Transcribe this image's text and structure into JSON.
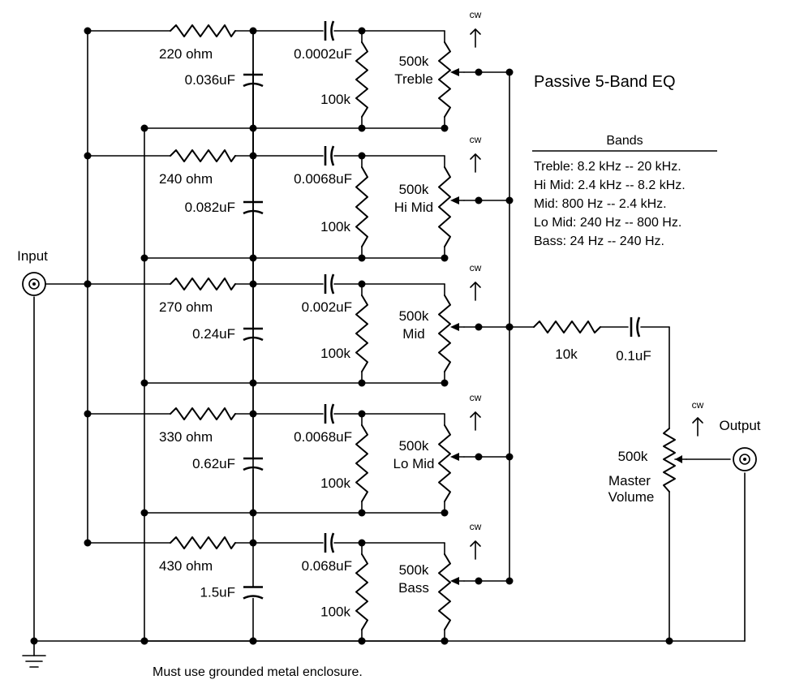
{
  "title": "Passive 5-Band EQ",
  "input_label": "Input",
  "output_label": "Output",
  "footer_note": "Must use grounded metal enclosure.",
  "cw_label": "cw",
  "bands_table": {
    "heading": "Bands",
    "rows": [
      "Treble:  8.2 kHz -- 20 kHz.",
      "Hi Mid:  2.4 kHz -- 8.2 kHz.",
      "Mid:  800 Hz --  2.4 kHz.",
      "Lo Mid:  240 Hz --  800 Hz.",
      "Bass:  24 Hz --  240 Hz."
    ]
  },
  "bands": [
    {
      "resistor": "220 ohm",
      "shunt_cap": "0.036uF",
      "series_cap": "0.0002uF",
      "load_resistor": "100k",
      "pot_value": "500k",
      "pot_name": "Treble"
    },
    {
      "resistor": "240 ohm",
      "shunt_cap": "0.082uF",
      "series_cap": "0.0068uF",
      "load_resistor": "100k",
      "pot_value": "500k",
      "pot_name": "Hi Mid"
    },
    {
      "resistor": "270 ohm",
      "shunt_cap": "0.24uF",
      "series_cap": "0.002uF",
      "load_resistor": "100k",
      "pot_value": "500k",
      "pot_name": "Mid"
    },
    {
      "resistor": "330 ohm",
      "shunt_cap": "0.62uF",
      "series_cap": "0.0068uF",
      "load_resistor": "100k",
      "pot_value": "500k",
      "pot_name": "Lo Mid"
    },
    {
      "resistor": "430 ohm",
      "shunt_cap": "1.5uF",
      "series_cap": "0.068uF",
      "load_resistor": "100k",
      "pot_value": "500k",
      "pot_name": "Bass"
    }
  ],
  "output_stage": {
    "resistor": "10k",
    "cap": "0.1uF",
    "pot_value": "500k",
    "pot_name_line1": "Master",
    "pot_name_line2": "Volume"
  }
}
